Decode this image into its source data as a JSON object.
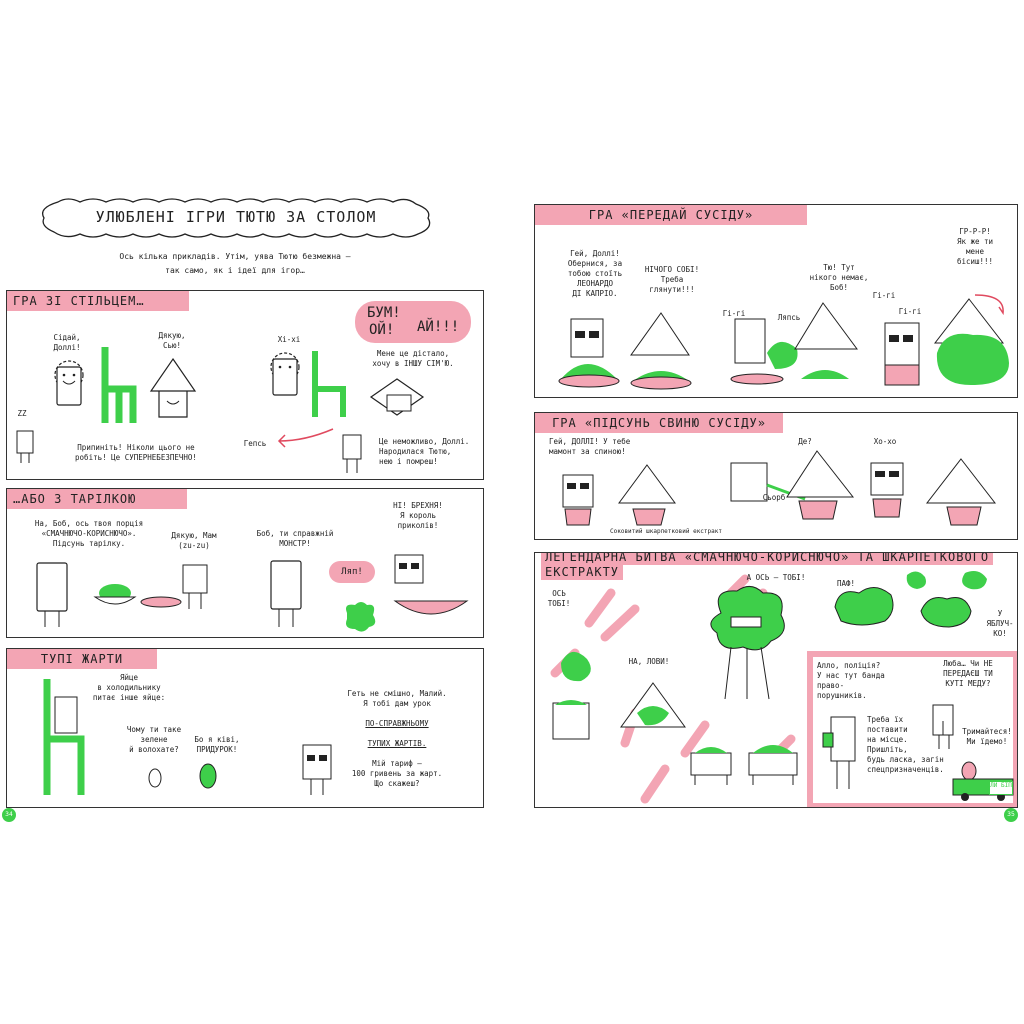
{
  "left": {
    "title": "УЛЮБЛЕНІ ІГРИ ТЮТЮ ЗА СТОЛОМ",
    "intro_1": "Ось кілька прикладів. Утім, уява Тютю безмежна —",
    "intro_2": "так само, як і ідеї для ігор…",
    "page_number": "34",
    "sections": {
      "chair": {
        "title": "ГРА ЗІ СТІЛЬЦЕМ…",
        "sit": "Сідай,\nДоллі!",
        "thanks": "Дякую,\nСью!",
        "hihi": "Хі-хі",
        "boom": "БУМ!",
        "oi": "ОЙ!",
        "ai": "АЙ!!!",
        "got_me": "Мене це дістало,\nхочу в ІНШУ СІМ'Ю.",
        "zzz": "ZZ",
        "stop": "Припиніть! Ніколи цього не\nробіть! Це СУПЕРНЕБЕЗПЕЧНО!",
        "gops": "Гепсь",
        "impossible": "Це неможливо, Доллі.\nНародилася Тютю,\nнею і помреш!"
      },
      "plate": {
        "title": "…АБО З ТАРІЛКОЮ",
        "portion": "На, Боб, ось твоя порція\n«СМАЧНЮЧО-КОРИСНЮЧО».\nПідсунь тарілку.",
        "thanks_mom": "Дякую, Мам\n(zu-zu)",
        "monster": "Боб, ти справжній\nМОНСТР!",
        "lyap": "Ляп!",
        "lie": "НІ! БРЕХНЯ!\nЯ король\nприколів!"
      },
      "jokes": {
        "title": "ТУПІ ЖАРТИ",
        "egg_asks": "Яйце\nв холодильнику\nпитає інше яйце:",
        "why_green": "Чому ти таке\nзелене\nй волохате?",
        "kiwi": "Бо я ківі,\nПРИДУРОК!",
        "lesson_1": "Геть не смішно, Малий.\nЯ тобі дам урок",
        "lesson_2": "ПО-СПРАВЖНЬОМУ",
        "lesson_3": "ТУПИХ ЖАРТІВ.",
        "lesson_4": "Мій тариф —\n100 гривень за жарт.\nЩо скажеш?"
      }
    }
  },
  "right": {
    "page_number": "35",
    "sections": {
      "pass": {
        "title": "ГРА «ПЕРЕДАЙ СУСІДУ»",
        "hey": "Гей, Доллі!\nОбернися, за\nтобою стоїть\nЛЕОНАРДО\nДІ КАПРІО.",
        "nothing": "НІЧОГО СОБІ!\nТреба\nглянути!!!",
        "gigi1": "Гі-гі",
        "lyaps": "Ляпсь",
        "nobody": "Тю! Тут\nнікого немає,\nБоб!",
        "gigi2": "Гі-гі",
        "gigi3": "Гі-гі",
        "grr": "ГР-Р-Р!\nЯк же ти\nмене\nбісиш!!!"
      },
      "pig": {
        "title": "ГРА «ПІДСУНЬ СВИНЮ СУСІДУ»",
        "mammoth": "Гей, ДОЛЛІ! У тебе\nмамонт за спиною!",
        "extract": "Соковитий шкарпетковий екстракт",
        "where": "Де?",
        "slurp": "Сьорб",
        "hoho": "Хо-хо"
      },
      "battle": {
        "title_1": "ЛЕГЕНДАРНА БИТВА «СМАЧНЮЧО-КОРИСНЮЧО» ТА ШКАРПЕТКОВОГО",
        "title_2": "ЕКСТРАКТУ",
        "take_that": "ОСЬ\nТОБІ!",
        "and_this": "А ОСЬ – ТОБІ!",
        "paf": "ПАФ!",
        "catch": "НА, ЛОВИ!",
        "apple": "У\nЯБЛУЧ-\nКО!",
        "police": "Алло, поліція?\nУ нас тут банда\nправо-\nпорушників.",
        "send": "Треба їх\nпоставити\nна місце.\nПришліть,\nбудь ласка, загін\nспецпризначенців.",
        "kutya": "Люба… Чи НЕ\nПЕРЕДАЄШ ТИ\nКУТІ МЕДУ?",
        "hold": "Тримайтеся!\nМи їдемо!",
        "plate_text": "ЛИ\nБІП"
      }
    }
  },
  "colors": {
    "pink": "#f3a5b4",
    "green": "#3ecf4a",
    "ink": "#222222"
  }
}
